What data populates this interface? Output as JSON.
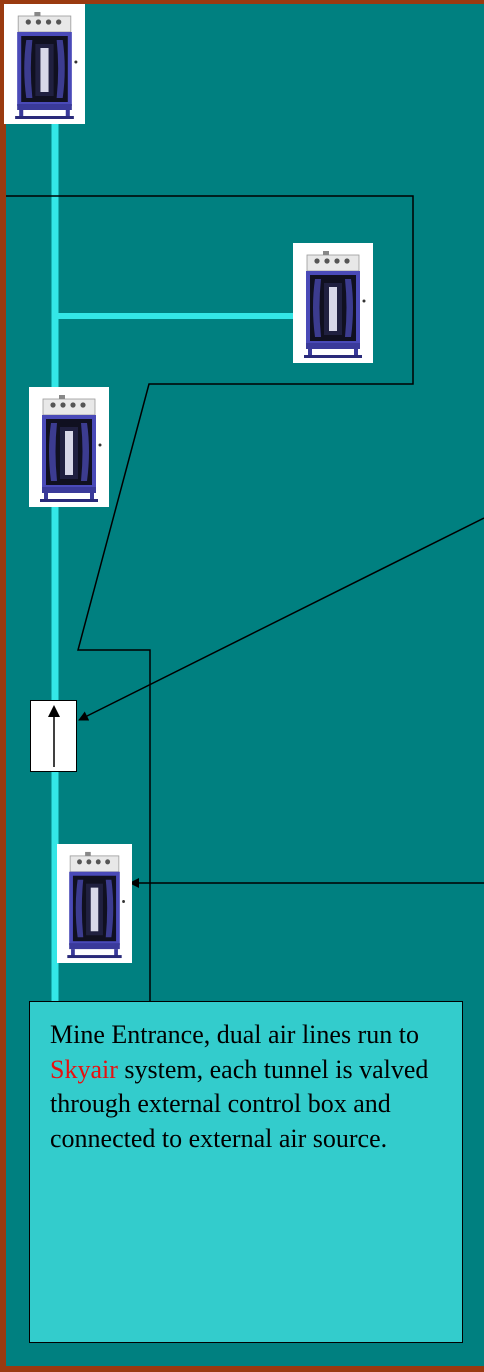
{
  "colors": {
    "frame": "#9a3a10",
    "background": "#008080",
    "air_line": "#33e6e6",
    "caption_box": "#33cccc",
    "brand_text": "#e81010"
  },
  "caption": {
    "before": "Mine Entrance, dual air lines run to ",
    "brand": "Skyair",
    "after": " system, each tunnel is valved through external control box and connected to external air source."
  },
  "units": [
    {
      "name": "skyair-unit-top-icon"
    },
    {
      "name": "skyair-unit-branch-icon"
    },
    {
      "name": "skyair-unit-middle-icon"
    },
    {
      "name": "skyair-unit-bottom-icon"
    }
  ],
  "valve": {
    "icon": "up-arrow-icon"
  }
}
